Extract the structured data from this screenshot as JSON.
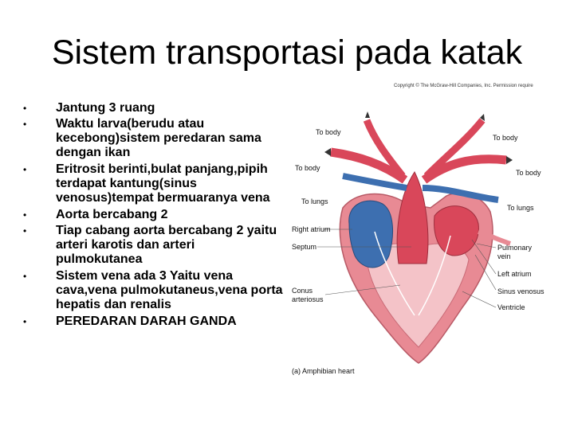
{
  "title": "Sistem transportasi pada katak",
  "bullets": [
    "Jantung 3 ruang",
    "Waktu larva(berudu atau kecebong)sistem peredaran sama dengan ikan",
    "Eritrosit berinti,bulat panjang,pipih terdapat kantung(sinus venosus)tempat bermuaranya vena",
    "Aorta bercabang 2",
    "Tiap cabang aorta bercabang 2 yaitu arteri karotis dan arteri pulmokutanea",
    "Sistem vena ada 3 Yaitu vena cava,vena pulmokutaneus,vena porta hepatis dan renalis",
    "PEREDARAN DARAH GANDA"
  ],
  "bullet_symbol": "•",
  "figure": {
    "copyright": "Copyright © The McGraw-Hill Companies, Inc. Permission require",
    "labels": {
      "to_body_top_left": "To body",
      "to_body_top_right": "To body",
      "to_body_left": "To body",
      "to_body_right": "To body",
      "to_lungs_left": "To lungs",
      "to_lungs_right": "To lungs",
      "right_atrium": "Right atrium",
      "septum": "Septum",
      "conus_line1": "Conus",
      "conus_line2": "arteriosus",
      "pulmonary_line1": "Pulmonary",
      "pulmonary_line2": "vein",
      "left_atrium": "Left atrium",
      "sinus_venosus": "Sinus venosus",
      "ventricle": "Ventricle"
    },
    "caption": "(a) Amphibian heart",
    "colors": {
      "artery": "#d9475a",
      "vein": "#3d6fb0",
      "tissue": "#e88a94",
      "light": "#f4c3c8"
    }
  }
}
